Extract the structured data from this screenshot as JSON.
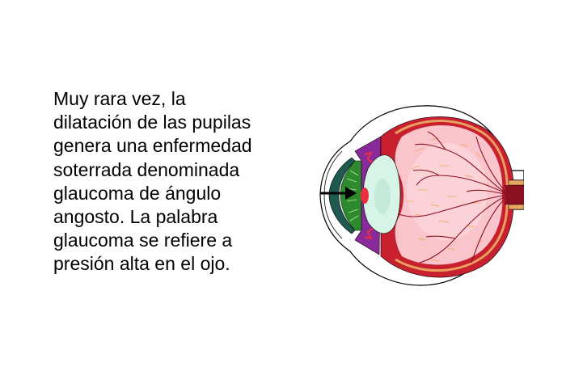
{
  "document": {
    "paragraph_lines": [
      "Muy rara vez, la",
      "dilatación de las pupilas",
      "genera una enfermedad",
      "soterrada denominada",
      "glaucoma de ángulo",
      "angosto. La palabra",
      "glaucoma se refiere a",
      "presión alta en el ojo."
    ]
  },
  "illustration": {
    "subject": "eye-cross-section",
    "arrow": "points-to-pupil",
    "colors": {
      "sclera_outline": "#ffffff",
      "sclera_stroke": "#000000",
      "choroid": "#c8202e",
      "retina_edge": "#e8a060",
      "vitreous": "#f9c4cc",
      "vitreous_light": "#fde0e4",
      "vessels": "#8b1020",
      "lens": "#d6f5e6",
      "iris_green": "#2e8a2e",
      "cornea": "#1e5a50",
      "ciliary_purple": "#8a2a9a",
      "optic_nerve": "#e8a860",
      "arrow": "#000000"
    }
  }
}
